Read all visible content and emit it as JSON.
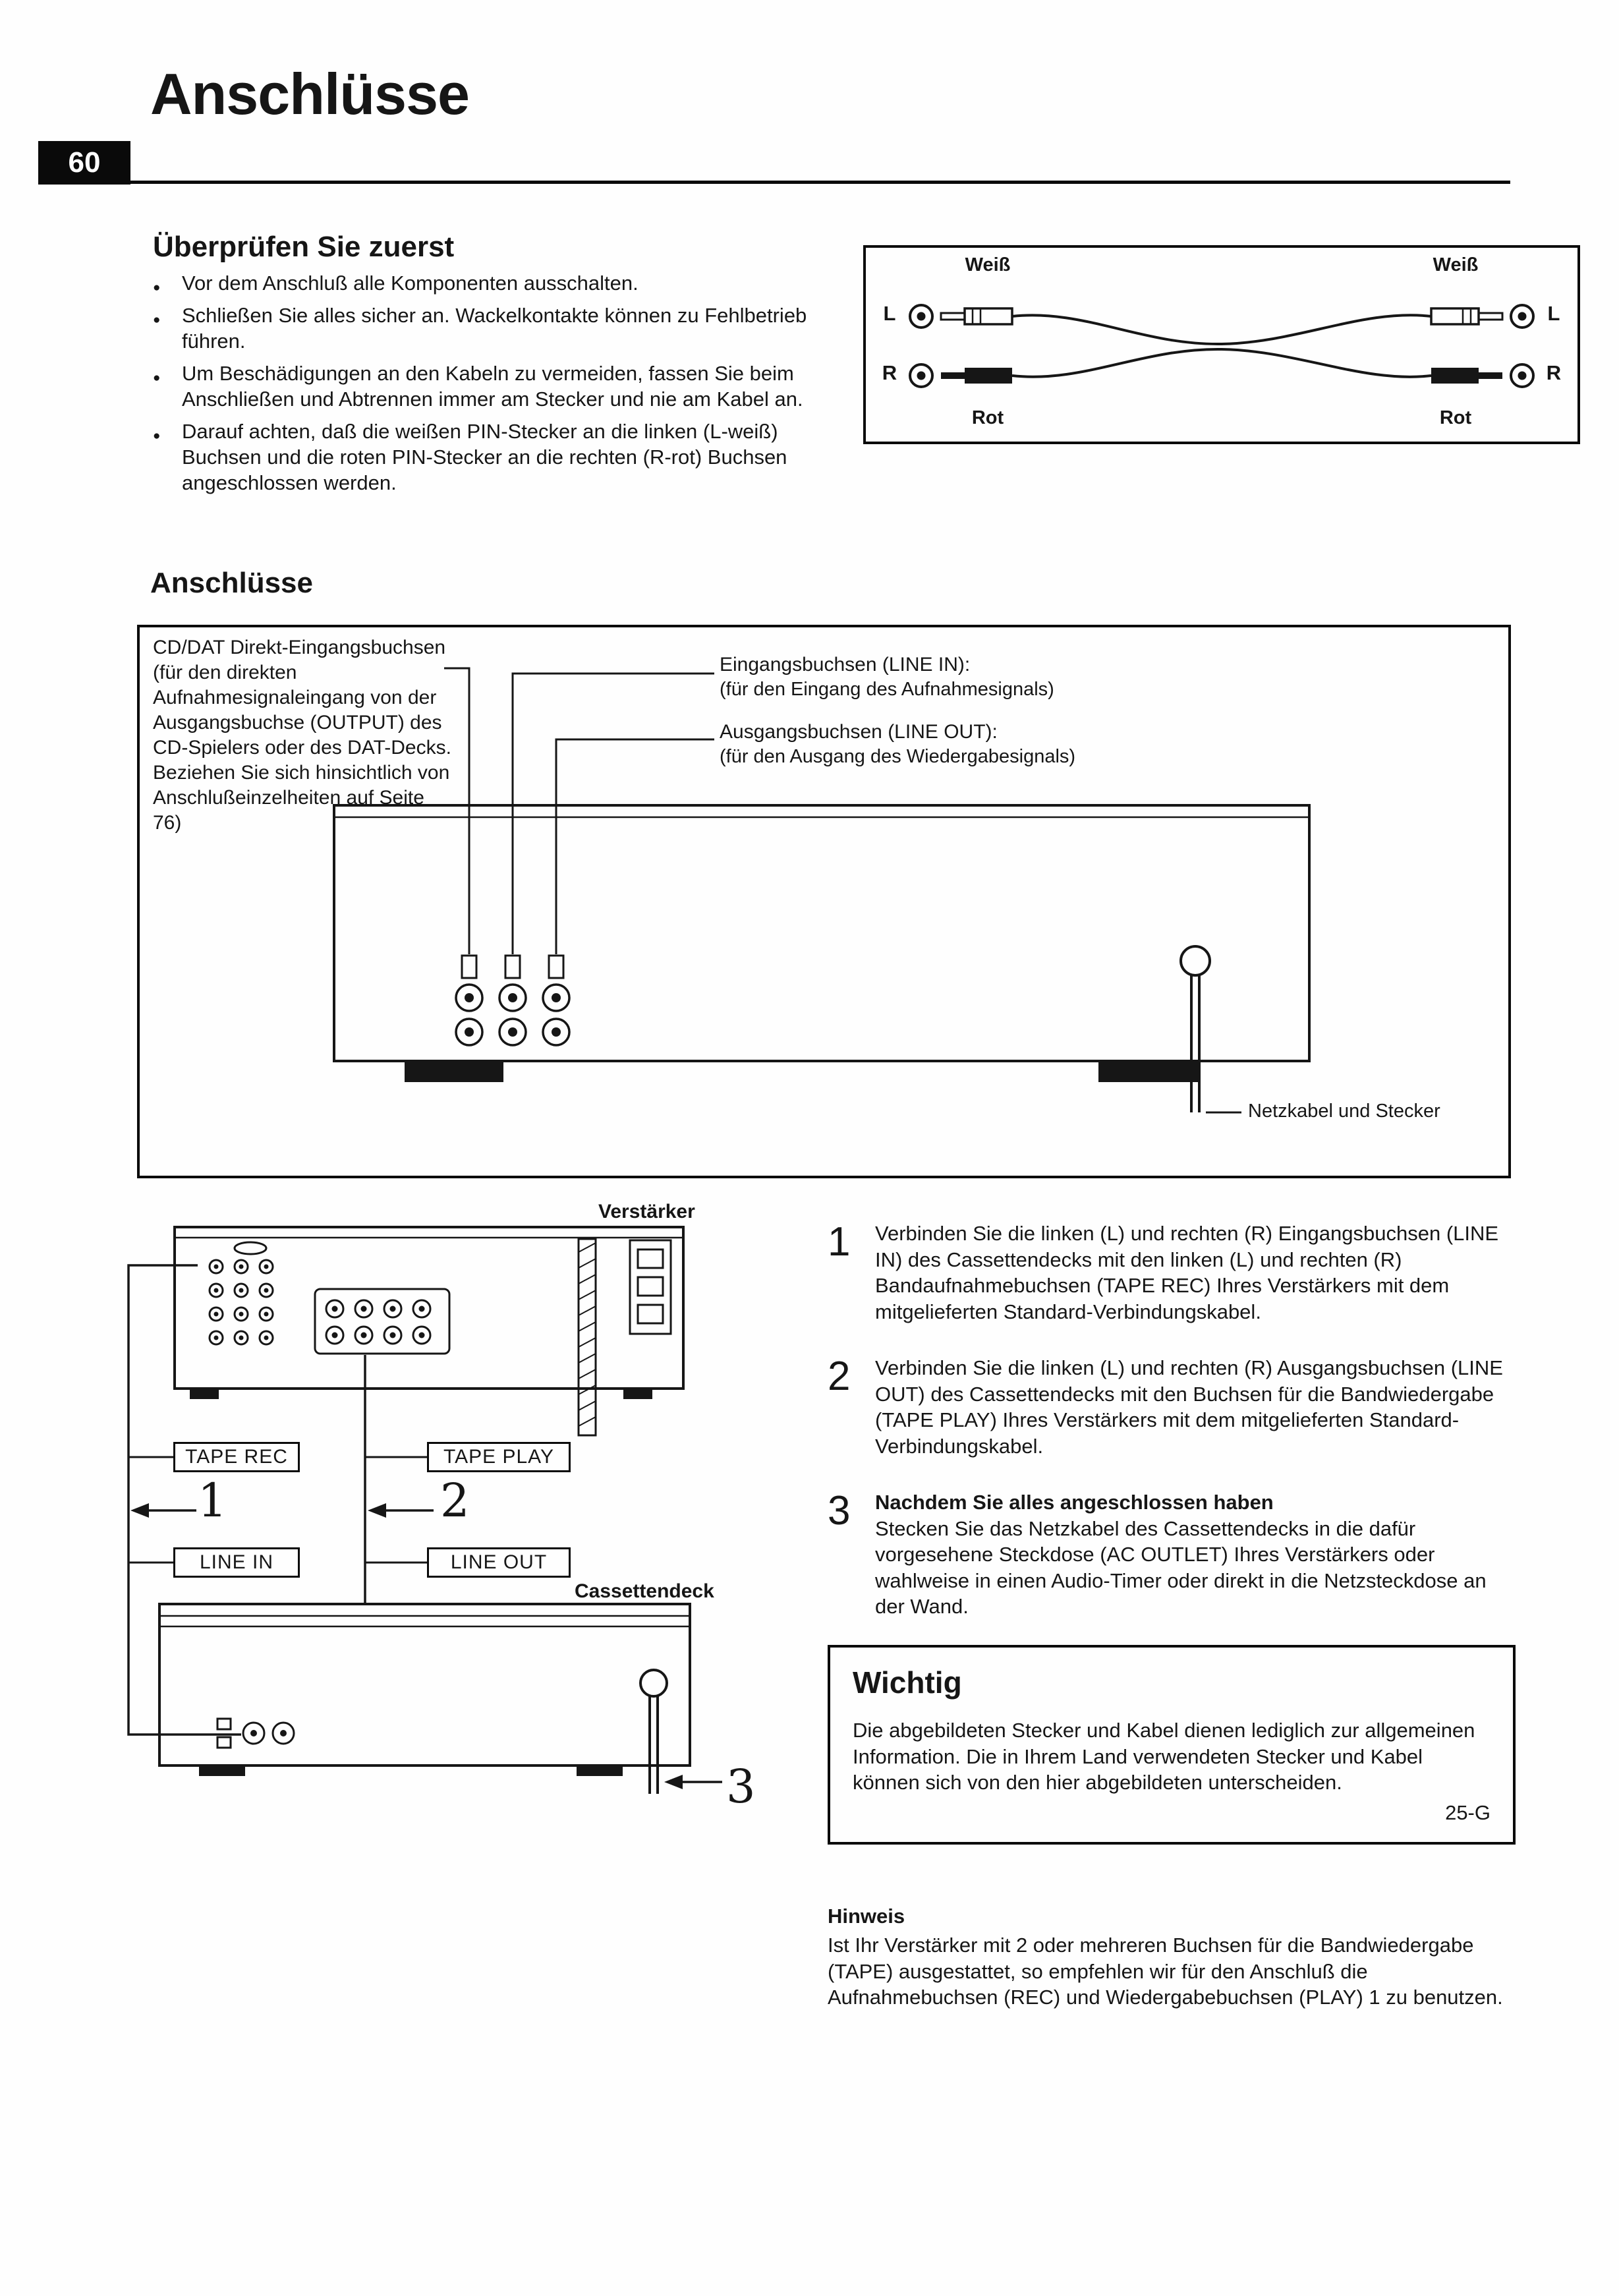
{
  "page": {
    "number": "60",
    "title": "Anschlüsse"
  },
  "check_first": {
    "heading": "Überprüfen Sie zuerst",
    "bullets": [
      "Vor dem Anschluß alle Komponenten ausschalten.",
      "Schließen Sie alles sicher an. Wackelkontakte können zu Fehlbetrieb führen.",
      "Um Beschädigungen an den Kabeln zu vermeiden, fassen Sie beim Anschließen und Abtrennen immer am Stecker und nie am Kabel an.",
      "Darauf achten, daß die weißen PIN-Stecker an die linken (L-weiß) Buchsen und die roten PIN-Stecker an die rechten (R-rot) Buchsen angeschlossen werden."
    ]
  },
  "cable_diagram": {
    "white_label": "Weiß",
    "red_label": "Rot",
    "left_channel": "L",
    "right_channel": "R"
  },
  "connections": {
    "heading": "Anschlüsse",
    "cd_dat_note": "CD/DAT Direkt-Eingangsbuchsen (für den direkten Aufnahmesignaleingang von der Ausgangsbuchse (OUTPUT) des CD-Spielers oder des DAT-Decks. Beziehen Sie sich hinsichtlich von Anschlußeinzelheiten auf Seite 76)",
    "line_in_label": "Eingangsbuchsen (LINE IN):",
    "line_in_sub": "(für den Eingang des Aufnahmesignals)",
    "line_out_label": "Ausgangsbuchsen (LINE OUT):",
    "line_out_sub": "(für den Ausgang des Wiedergabesignals)",
    "power_label": "Netzkabel und Stecker"
  },
  "hookup": {
    "amp_label": "Verstärker",
    "deck_label": "Cassettendeck",
    "tape_rec": "TAPE REC",
    "tape_play": "TAPE PLAY",
    "line_in": "LINE IN",
    "line_out": "LINE OUT",
    "num1": "1",
    "num2": "2",
    "num3": "3"
  },
  "steps": [
    {
      "num": "1",
      "text": "Verbinden Sie die linken (L) und rechten (R) Eingangsbuchsen (LINE IN) des Cassettendecks mit den linken (L) und rechten (R) Bandaufnahmebuchsen (TAPE REC) Ihres Verstärkers mit dem mitgelieferten Standard-Verbindungskabel."
    },
    {
      "num": "2",
      "text": "Verbinden Sie die linken (L) und rechten (R) Ausgangsbuchsen (LINE OUT) des Cassettendecks mit den Buchsen für die Bandwiedergabe (TAPE PLAY) Ihres Verstärkers mit dem mitgelieferten Standard-Verbindungskabel."
    },
    {
      "num": "3",
      "heading": "Nachdem Sie alles angeschlossen haben",
      "text": "Stecken Sie das Netzkabel des Cassettendecks in die dafür vorgesehene Steckdose (AC OUTLET) Ihres Verstärkers oder wahlweise in einen Audio-Timer oder direkt in die Netzsteckdose an der Wand."
    }
  ],
  "wichtig": {
    "heading": "Wichtig",
    "text": "Die abgebildeten Stecker und Kabel dienen lediglich zur allgemeinen Information. Die in Ihrem Land verwendeten Stecker und Kabel können sich von den hier abgebildeten unterscheiden.",
    "code": "25-G"
  },
  "hinweis": {
    "heading": "Hinweis",
    "text": "Ist Ihr Verstärker mit 2 oder mehreren Buchsen für die Bandwiedergabe (TAPE) ausgestattet, so empfehlen wir für den Anschluß die Aufnahmebuchsen (REC) und Wiedergabebuchsen (PLAY) 1 zu benutzen."
  }
}
